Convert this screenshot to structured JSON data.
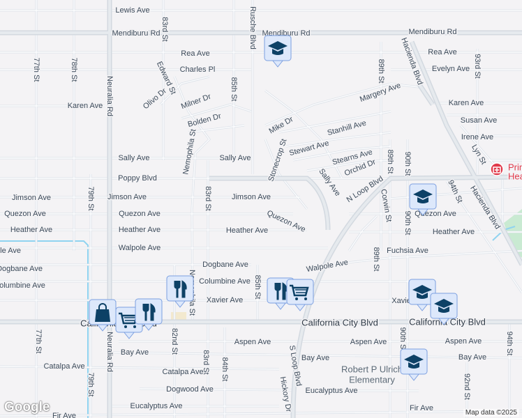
{
  "map": {
    "background_color": "#f4f3f5",
    "street_labels": [
      "Lewis Ave",
      "Mendiburu Rd",
      "Mendiburu Rd",
      "Mendiburu Rd",
      "Rea Ave",
      "Rea Ave",
      "Charles Pl",
      "Evelyn Ave",
      "77th St",
      "78th St",
      "Neuralia Rd",
      "Rusche Blvd",
      "83rd St",
      "Edward St",
      "Olivo Dr",
      "Milner Dr",
      "Bolden Dr",
      "85th St",
      "Karen Ave",
      "Karen Ave",
      "Margery Ave",
      "Mike Dr",
      "Stanhill Ave",
      "Susan Ave",
      "Irene Ave",
      "Stewart Ave",
      "Stonecrop St",
      "Stearns Ave",
      "Orchid Dr",
      "Sally Ave",
      "Sally Ave",
      "Sally Ave",
      "Hacienda Blvd",
      "89th St",
      "93rd St",
      "Lyn St",
      "89th St",
      "90th St",
      "Poppy Blvd",
      "Jimson Ave",
      "79th St",
      "Jimson Ave",
      "Jimson Ave",
      "Quezon Ave",
      "Quezon Ave",
      "Quezon Ave",
      "Quezon Ave",
      "N Loop Blvd",
      "Corwin St",
      "94th St",
      "Hacienda Blvd",
      "83rd St",
      "Nemophila St",
      "90th St",
      "Heather Ave",
      "Heather Ave",
      "Heather Ave",
      "Heather Ave",
      "Walpole Ave",
      "Walpole Ave",
      "ole Ave",
      "Fuchsia Ave",
      "89th St",
      "Dogbane Ave",
      "Dogbane Ave",
      "Columbine Ave",
      "olumbine Ave",
      "Colu",
      "85th St",
      "Xavier Ave",
      "Xavie",
      "Nemophila St",
      "California City Blvd",
      "California City Blvd",
      "California City Blvd",
      "77th St",
      "82nd St",
      "83rd St",
      "Aspen Ave",
      "Aspen Ave",
      "Aspen Ave",
      "Bay Ave",
      "Bay Ave",
      "Bay Ave",
      "94th St",
      "90th St",
      "S Loop Blvd",
      "Catalpa Ave",
      "Catalpa Ave",
      "84th St",
      "Dogwood Ave",
      "79th St",
      "Hickory Dr",
      "Eucalyptus Ave",
      "Eucalyptus Ave",
      "Fir Ave",
      "Fir Ave",
      "92nd St",
      "Neuralia Rd"
    ],
    "poi_labels": {
      "hospital_line1": "Prime",
      "hospital_line2": "Heal",
      "school_line1": "Robert P Ulrich",
      "school_line2": "Elementary"
    },
    "markers": [
      {
        "type": "school-icon"
      },
      {
        "type": "school-icon"
      },
      {
        "type": "school-icon"
      },
      {
        "type": "school-icon"
      },
      {
        "type": "school-icon"
      },
      {
        "type": "shopping-bag-icon"
      },
      {
        "type": "restaurant-icon"
      },
      {
        "type": "shopping-cart-icon"
      },
      {
        "type": "restaurant-icon"
      },
      {
        "type": "restaurant-icon"
      },
      {
        "type": "shopping-cart-icon"
      }
    ],
    "colors": {
      "marker_fill": "#dde8fb",
      "marker_glyph": "#0d4166",
      "hospital": "#e0394a",
      "water": "#8fd3f0",
      "park": "#c9ead2"
    }
  },
  "attribution": "Map data ©2025",
  "logo": "Google"
}
